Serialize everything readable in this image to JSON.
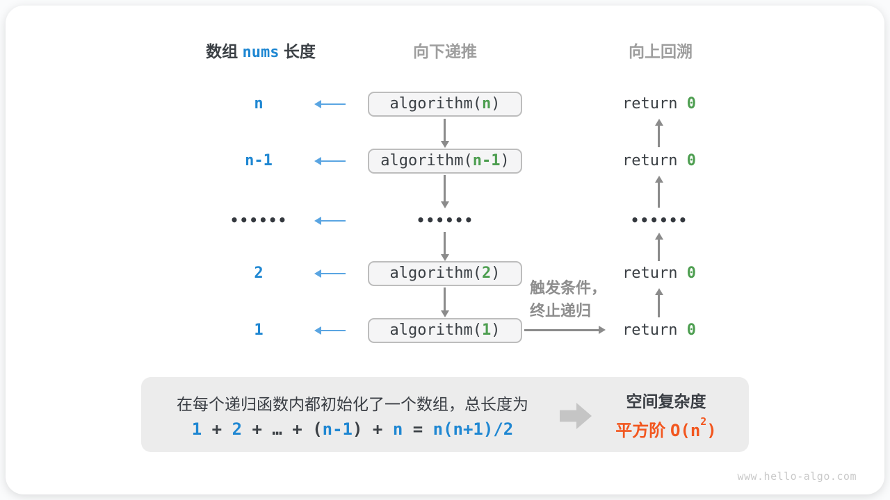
{
  "headers": {
    "left_pre": "数组 ",
    "left_code": "nums",
    "left_post": " 长度",
    "middle": "向下递推",
    "right": "向上回溯"
  },
  "rows": [
    {
      "kind": "call",
      "label": "n",
      "call_pre": "algorithm(",
      "call_arg": "n",
      "call_post": ")",
      "ret_pre": "return ",
      "ret_val": "0"
    },
    {
      "kind": "call",
      "label": "n-1",
      "call_pre": "algorithm(",
      "call_arg": "n-1",
      "call_post": ")",
      "ret_pre": "return ",
      "ret_val": "0"
    },
    {
      "kind": "dots",
      "dots": "••••••"
    },
    {
      "kind": "call",
      "label": "2",
      "call_pre": "algorithm(",
      "call_arg": "2",
      "call_post": ")",
      "ret_pre": "return ",
      "ret_val": "0"
    },
    {
      "kind": "call",
      "label": "1",
      "call_pre": "algorithm(",
      "call_arg": "1",
      "call_post": ")",
      "ret_pre": "return ",
      "ret_val": "0"
    }
  ],
  "annotation": {
    "line1": "触发条件，",
    "line2": "终止递归"
  },
  "summary": {
    "line1": "在每个递归函数内都初始化了一个数组，总长度为",
    "formula": [
      {
        "text": "1",
        "color": "blue"
      },
      {
        "text": " + ",
        "color": "dark"
      },
      {
        "text": "2",
        "color": "blue"
      },
      {
        "text": " + ",
        "color": "dark"
      },
      {
        "text": "…",
        "color": "dark"
      },
      {
        "text": " + (",
        "color": "dark"
      },
      {
        "text": "n-1",
        "color": "blue"
      },
      {
        "text": ") + ",
        "color": "dark"
      },
      {
        "text": "n",
        "color": "blue"
      },
      {
        "text": " = ",
        "color": "dark"
      },
      {
        "text": "n(n+1)/2",
        "color": "blue"
      }
    ],
    "result_title": "空间复杂度",
    "result_cn": "平方阶 ",
    "result_code_pre": "O(n",
    "result_sup": "2",
    "result_code_post": ")"
  },
  "watermark": "www.hello-algo.com",
  "colors": {
    "blue": "#1f87d2",
    "light_blue_arrow": "#5aa5e2",
    "green": "#4d9e50",
    "orange": "#f2561e",
    "gray_arrow": "#8b8b8b",
    "dark_text": "#3b4045",
    "box_bg": "#f5f5f6",
    "summary_bg": "#ececec"
  }
}
